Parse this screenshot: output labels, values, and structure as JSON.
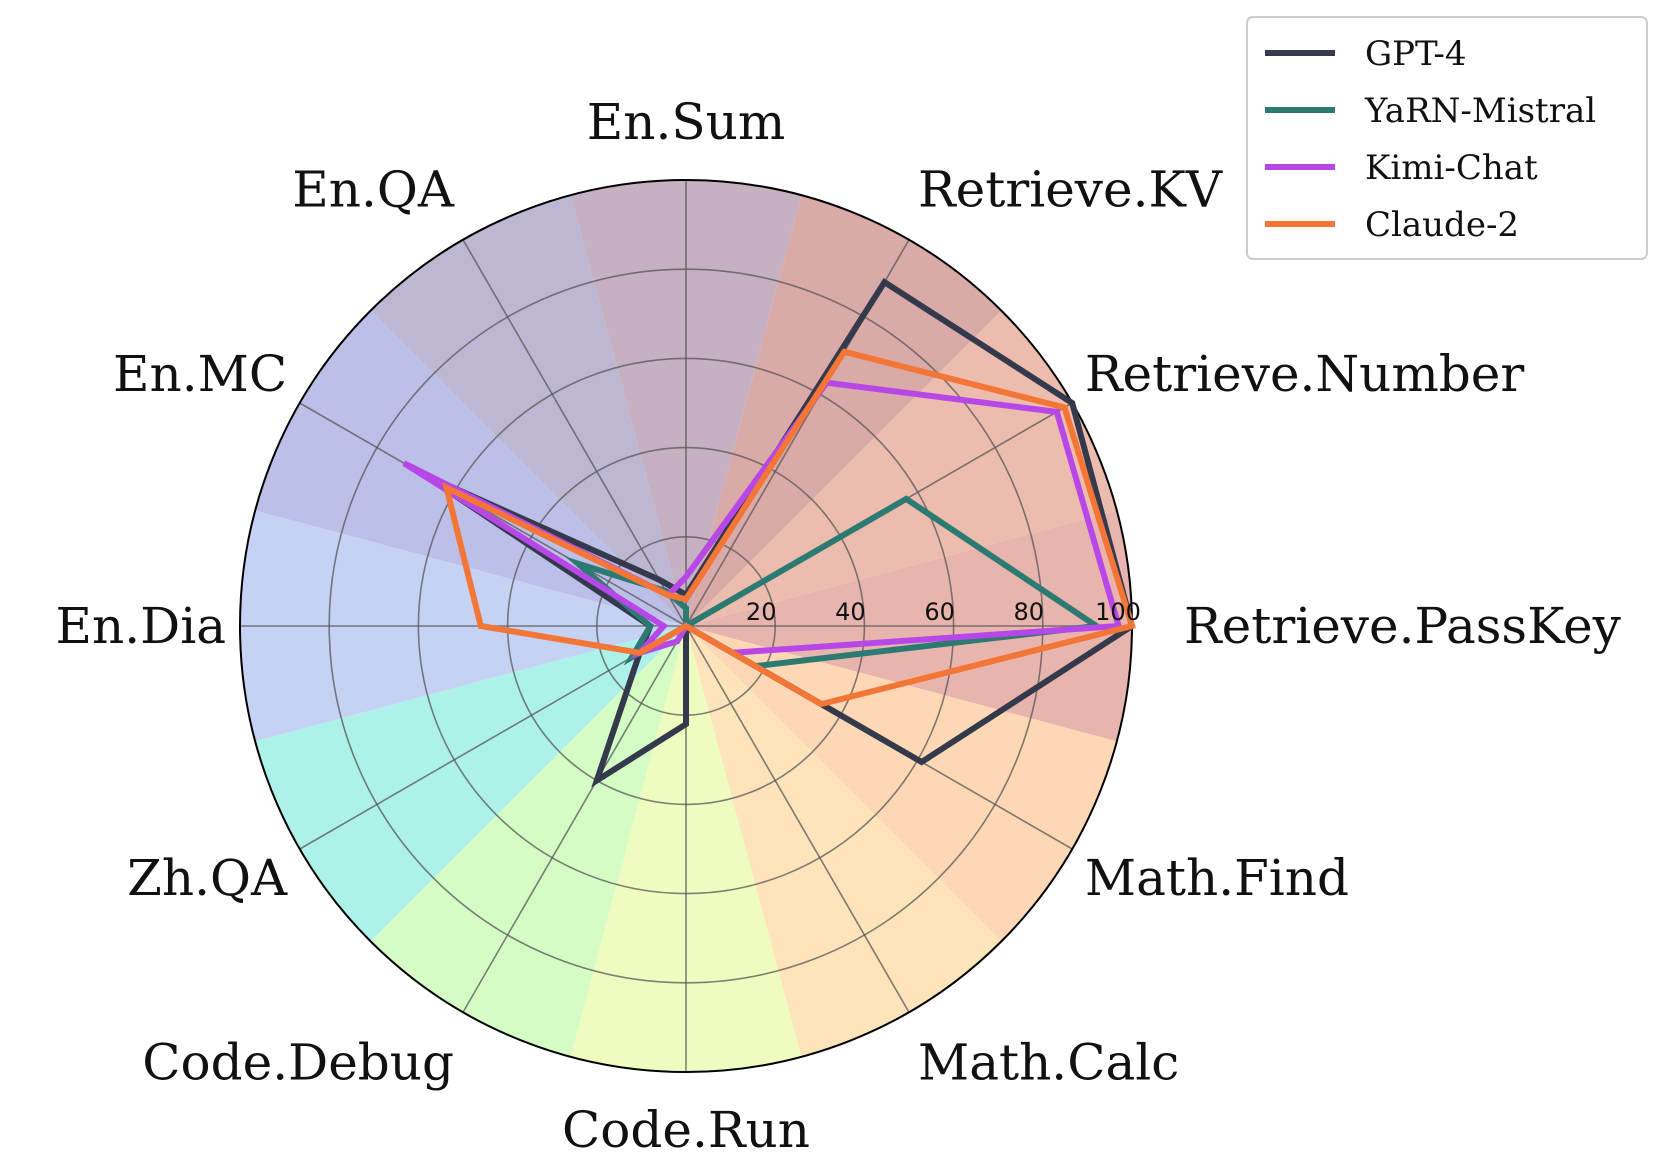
{
  "chart_data": {
    "type": "radar",
    "categories": [
      "Retrieve.PassKey",
      "Retrieve.Number",
      "Retrieve.KV",
      "En.Sum",
      "En.QA",
      "En.MC",
      "En.Dia",
      "Zh.QA",
      "Code.Debug",
      "Code.Run",
      "Math.Calc",
      "Math.Find"
    ],
    "rlim": [
      0,
      100
    ],
    "rticks": [
      "20",
      "40",
      "60",
      "80",
      "100"
    ],
    "grid": true,
    "legend_position": "top-right",
    "sector_colors": [
      "#e8b4ae",
      "#ecbcaf",
      "#d9aaa8",
      "#c5b1c2",
      "#bdb7d4",
      "#bcc0e8",
      "#c6d2f4",
      "#adf2e8",
      "#d4fcc4",
      "#eefcc0",
      "#fde4bb",
      "#fed8b5"
    ],
    "series": [
      {
        "name": "GPT-4",
        "color": "#343a4c",
        "values": [
          100,
          100,
          89,
          7,
          12,
          68,
          8,
          12,
          40,
          22,
          0,
          61
        ]
      },
      {
        "name": "YaRN-Mistral",
        "color": "#2d7a72",
        "values": [
          92,
          57,
          0,
          4,
          9,
          28,
          8,
          14,
          0,
          0,
          0,
          18
        ]
      },
      {
        "name": "Kimi-Chat",
        "color": "#b847e8",
        "values": [
          97,
          96,
          63,
          11,
          8,
          73,
          5,
          12,
          4,
          0,
          0,
          12
        ]
      },
      {
        "name": "Claude-2",
        "color": "#f47637",
        "values": [
          100,
          98,
          71,
          6,
          8,
          62,
          46,
          12,
          0,
          0,
          0,
          35
        ]
      }
    ]
  }
}
